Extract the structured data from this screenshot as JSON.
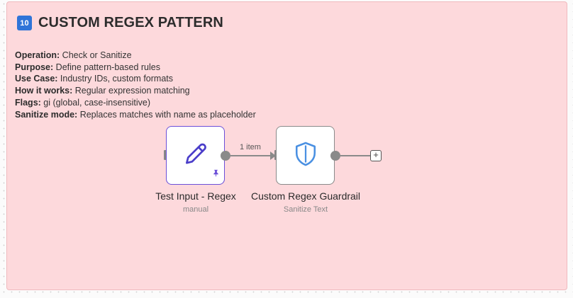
{
  "sticky": {
    "badge": "10",
    "title": "CUSTOM REGEX PATTERN",
    "lines": [
      {
        "label": "Operation:",
        "text": " Check or Sanitize"
      },
      {
        "label": "Purpose:",
        "text": " Define pattern-based rules"
      },
      {
        "label": "Use Case:",
        "text": " Industry IDs, custom formats"
      },
      {
        "label": "How it works:",
        "text": " Regular expression matching"
      },
      {
        "label": "Flags:",
        "text": " gi (global, case-insensitive)"
      },
      {
        "label": "Sanitize mode:",
        "text": " Replaces matches with name as placeholder"
      }
    ],
    "color": "#fdd9dc"
  },
  "nodes": [
    {
      "title": "Test Input - Regex",
      "subtitle": "manual",
      "icon": "pencil-icon",
      "pinned_icon": "pin-icon",
      "accent": "#6b4fd8"
    },
    {
      "title": "Custom Regex Guardrail",
      "subtitle": "Sanitize Text",
      "icon": "shield-icon",
      "accent": "#4a90e2"
    }
  ],
  "connection": {
    "label": "1 item"
  },
  "add_button": {
    "label": "+"
  }
}
